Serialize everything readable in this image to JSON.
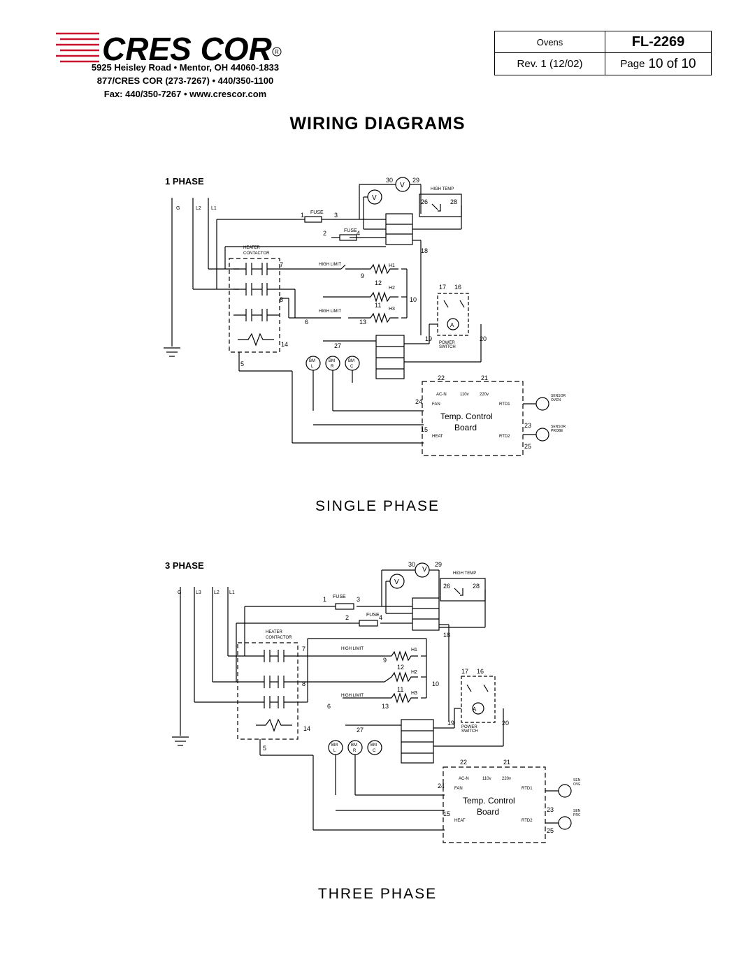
{
  "header": {
    "company_name": "CRES COR",
    "address_line": "5925 Heisley Road • Mentor, OH 44060-1833",
    "phone_line": "877/CRES COR (273-7267) • 440/350-1100",
    "fax_line": "Fax: 440/350-7267 • www.crescor.com"
  },
  "doc_info": {
    "category": "Ovens",
    "revision": "Rev. 1 (12/02)",
    "form_number": "FL-2269",
    "page_label": "Page",
    "page_current": "10",
    "page_of": "of",
    "page_total": "10"
  },
  "page_title": "WIRING DIAGRAMS",
  "diagrams": [
    {
      "phase_label": "1 PHASE",
      "caption": "SINGLE PHASE",
      "line_labels": [
        "G",
        "L2",
        "L1"
      ],
      "labels": {
        "fuse": "FUSE",
        "high_temp": "HIGH TEMP",
        "heater_contactor_1": "HEATER",
        "heater_contactor_2": "CONTACTOR",
        "high_limit": "HIGH LIMIT",
        "power_switch_1": "POWER",
        "power_switch_2": "SWITCH",
        "board_1": "Temp. Control",
        "board_2": "Board",
        "ac_n": "AC-N",
        "v110": "110v",
        "v220": "220v",
        "fan": "FAN",
        "heat": "HEAT",
        "rtd1": "RTD1",
        "rtd2": "RTD2",
        "sensor_oven_1": "SENSOR",
        "sensor_oven_2": "OVEN",
        "sensor_probe_1": "SENSOR",
        "sensor_probe_2": "PROBE",
        "h1": "H1",
        "h2": "H2",
        "h3": "H3",
        "voltmeter": "V",
        "ammeter": "A",
        "bm_l": "BM",
        "bm_r": "BM",
        "bm_c": "BM",
        "sub_l": "L",
        "sub_r": "R",
        "sub_c": "C"
      },
      "wire_numbers": [
        "1",
        "2",
        "3",
        "4",
        "5",
        "6",
        "7",
        "8",
        "9",
        "10",
        "11",
        "12",
        "13",
        "14",
        "15",
        "16",
        "17",
        "18",
        "19",
        "20",
        "21",
        "22",
        "23",
        "24",
        "25",
        "26",
        "27",
        "28",
        "29",
        "30"
      ]
    },
    {
      "phase_label": "3 PHASE",
      "caption": "THREE PHASE",
      "line_labels": [
        "G",
        "L3",
        "L2",
        "L1"
      ],
      "labels": {
        "fuse": "FUSE",
        "high_temp": "HIGH TEMP",
        "heater_contactor_1": "HEATER",
        "heater_contactor_2": "CONTACTOR",
        "high_limit": "HIGH LIMIT",
        "power_switch_1": "POWER",
        "power_switch_2": "SWITCH",
        "board_1": "Temp. Control",
        "board_2": "Board",
        "ac_n": "AC-N",
        "v110": "110v",
        "v220": "220v",
        "fan": "FAN",
        "heat": "HEAT",
        "rtd1": "RTD1",
        "rtd2": "RTD2",
        "sensor_oven_1": "SENSOR",
        "sensor_oven_2": "OVEN",
        "sensor_probe_1": "SENSOR",
        "sensor_probe_2": "PROBE",
        "h1": "H1",
        "h2": "H2",
        "h3": "H3",
        "voltmeter": "V",
        "ammeter": "A",
        "bm_l": "BM",
        "bm_r": "BM",
        "bm_c": "BM",
        "sub_l": "L",
        "sub_r": "R",
        "sub_c": "C"
      },
      "wire_numbers": [
        "1",
        "2",
        "3",
        "4",
        "5",
        "6",
        "7",
        "8",
        "9",
        "10",
        "11",
        "12",
        "13",
        "14",
        "15",
        "16",
        "17",
        "18",
        "19",
        "20",
        "21",
        "22",
        "23",
        "24",
        "25",
        "26",
        "27",
        "28",
        "29",
        "30"
      ]
    }
  ]
}
